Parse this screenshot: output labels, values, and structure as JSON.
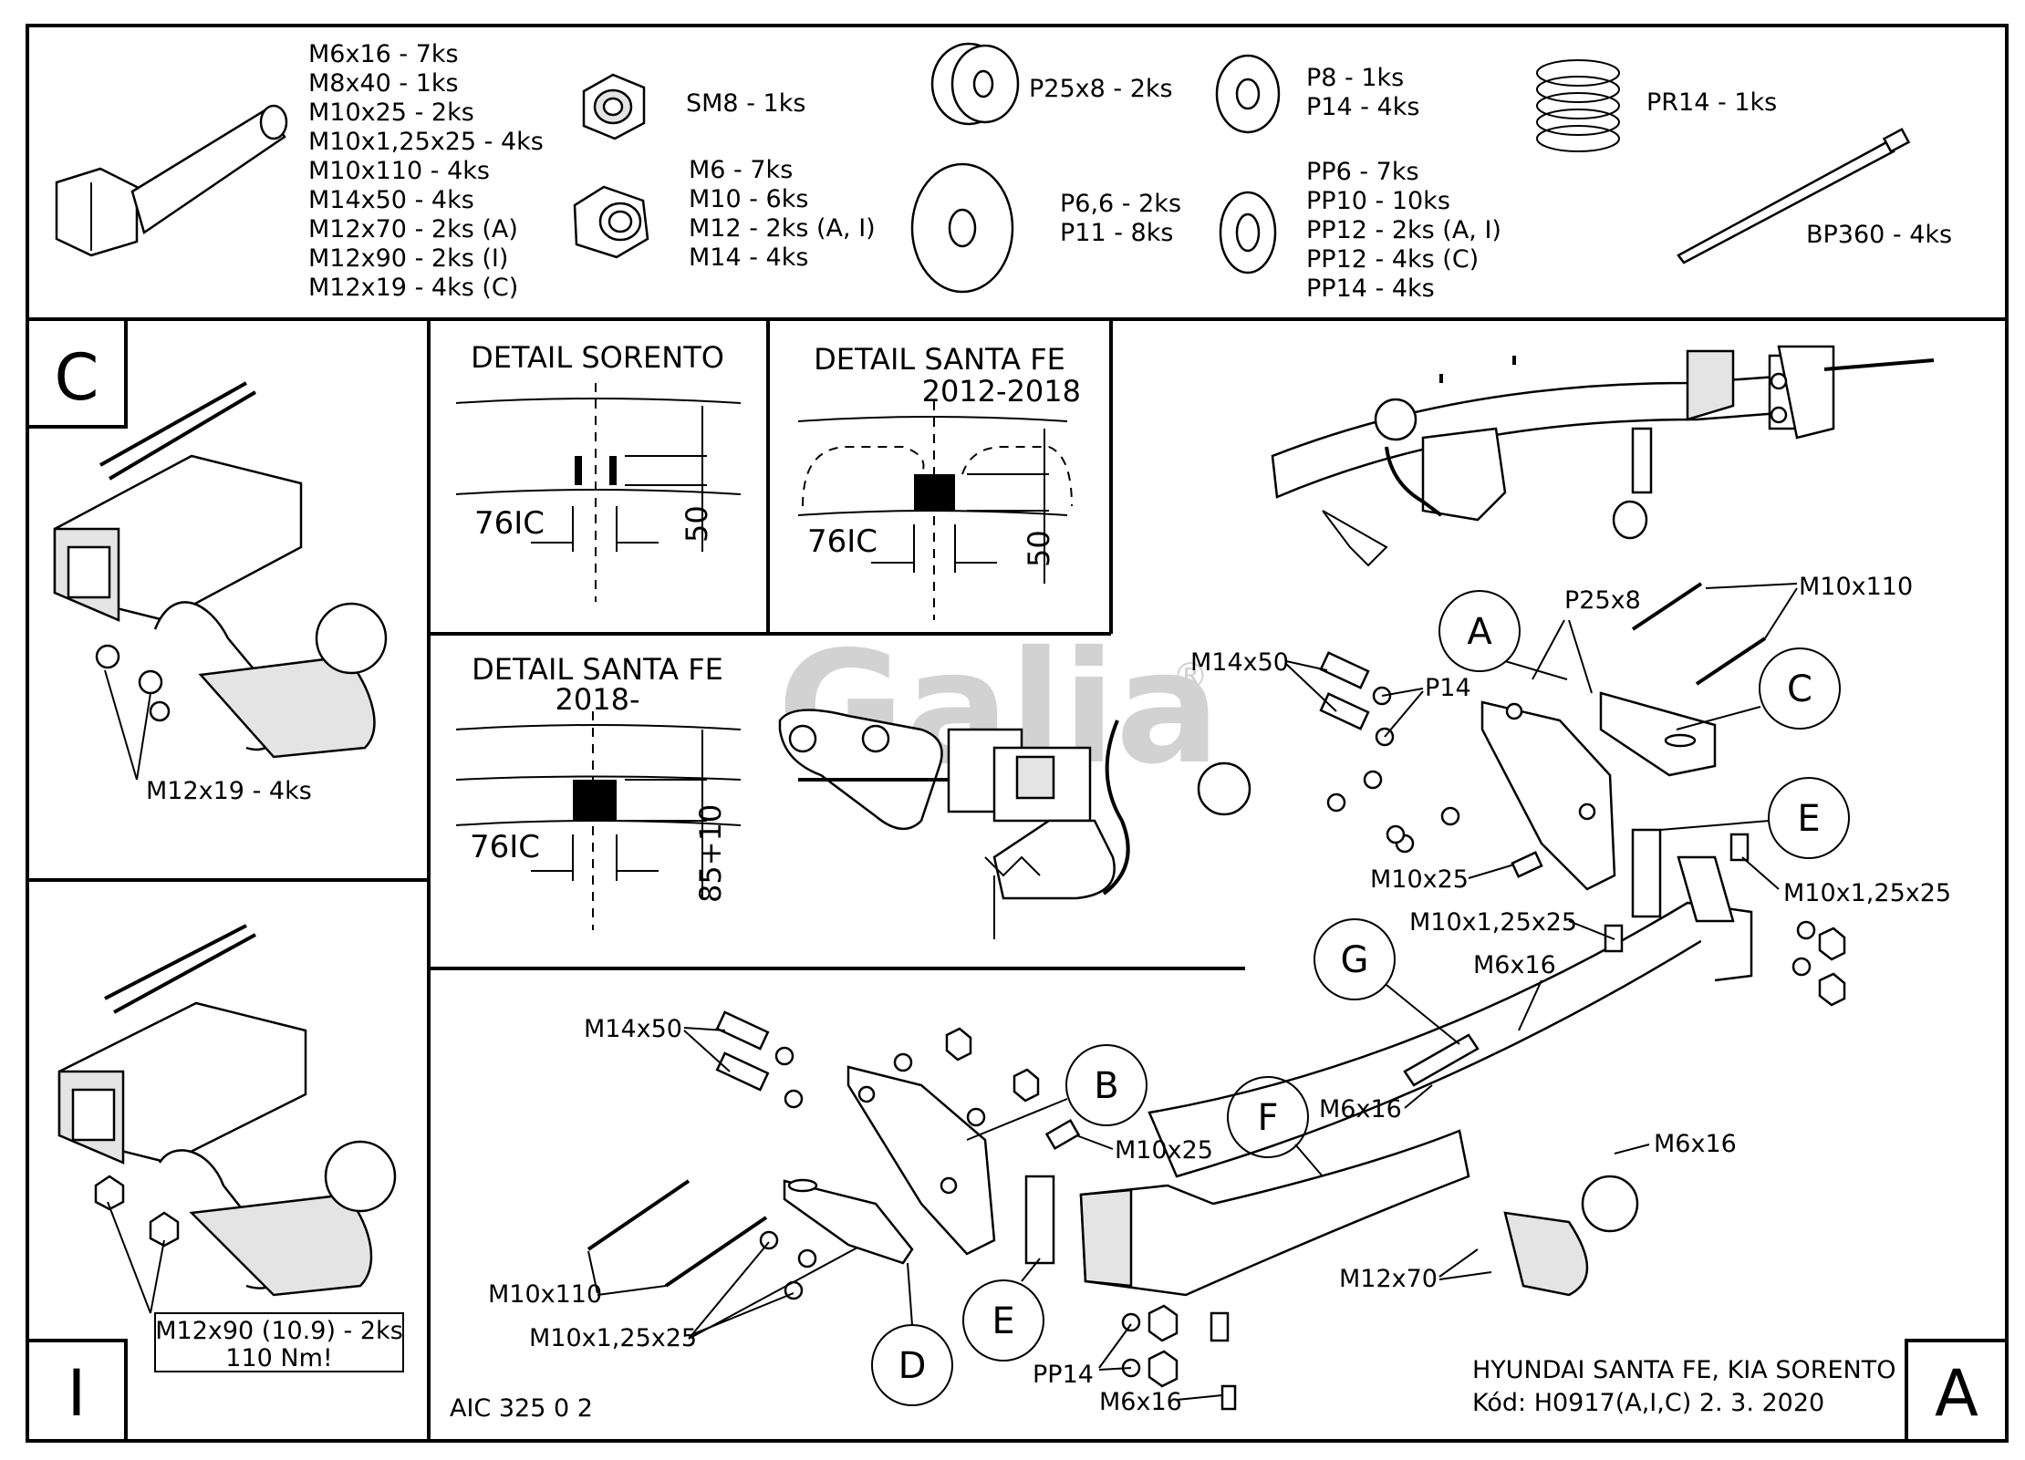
{
  "parts": {
    "bolt_list": [
      "M6x16 - 7ks",
      "M8x40 - 1ks",
      "M10x25 - 2ks",
      "M10x1,25x25 - 4ks",
      "M10x110 - 4ks",
      "M14x50 - 4ks",
      "M12x70 - 2ks (A)",
      "M12x90 - 2ks (I)",
      "M12x19 - 4ks (C)"
    ],
    "locknut": "SM8 - 1ks",
    "nuts": [
      "M6 - 7ks",
      "M10 - 6ks",
      "M12 - 2ks (A, I)",
      "M14 - 4ks"
    ],
    "thick_washer": "P25x8 - 2ks",
    "washers_p": [
      "P8 - 1ks",
      "P14 - 4ks"
    ],
    "flat_washers": [
      "P6,6 - 2ks",
      "P11 - 8ks"
    ],
    "spring_washers": [
      "PP6 - 7ks",
      "PP10 - 10ks",
      "PP12 - 2ks (A, I)",
      "PP12 - 4ks (C)",
      "PP14 - 4ks"
    ],
    "spring": "PR14 - 1ks",
    "cable_tie": "BP360 - 4ks"
  },
  "panel_c": {
    "letter": "C",
    "bolt_label": "M12x19 - 4ks"
  },
  "panel_i": {
    "letter": "I",
    "bolt_label": "M12x90 (10.9) - 2ks",
    "torque": "110 Nm!"
  },
  "details": {
    "sorento": {
      "title": "DETAIL SORENTO",
      "code": "76IC",
      "dim": "50"
    },
    "santafe_old": {
      "title_1": "DETAIL SANTA FE",
      "title_2": "2012-2018",
      "code": "76IC",
      "dim": "50"
    },
    "santafe_new": {
      "title_1": "DETAIL SANTA FE",
      "title_2": "2018-",
      "code": "76IC",
      "dim": "85+10"
    }
  },
  "watermark": {
    "text": "Galia",
    "mark": "®"
  },
  "callouts": {
    "top": {
      "A": "A",
      "C": "C",
      "E": "E",
      "p25x8": "P25x8",
      "m10x110": "M10x110",
      "m14x50": "M14x50",
      "p14": "P14",
      "m10x25": "M10x25",
      "m10x125x25_r": "M10x1,25x25",
      "m10x125x25_c": "M10x1,25x25",
      "m6x16_a": "M6x16",
      "G": "G",
      "m6x16_b": "M6x16",
      "F": "F",
      "m6x16_c": "M6x16",
      "m12x70": "M12x70"
    },
    "bottom": {
      "B": "B",
      "D": "D",
      "E": "E",
      "m14x50": "M14x50",
      "m10x110": "M10x110",
      "m10x125x25": "M10x1,25x25",
      "m10x25": "M10x25",
      "pp14": "PP14",
      "m6x16": "M6x16"
    }
  },
  "footer": {
    "doc_number": "AIC 325 0 2",
    "vehicle": "HYUNDAI SANTA FE, KIA SORENTO",
    "code": "Kód: H0917(A,I,C)   2. 3. 2020",
    "letter": "A"
  }
}
